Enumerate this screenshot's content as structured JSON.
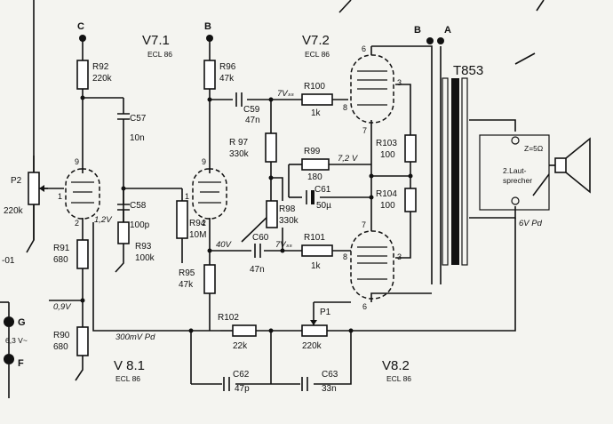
{
  "colors": {
    "background": "#f4f4f0",
    "ink": "#111111"
  },
  "terminals": {
    "c": "C",
    "b_top": "B",
    "b_right": "B",
    "a_right": "A",
    "g": "G",
    "f": "F",
    "heater": "6,3 V~",
    "minus": "-01"
  },
  "tubes": {
    "v71": {
      "name": "V7.1",
      "type": "ECL 86"
    },
    "v72": {
      "name": "V7.2",
      "type": "ECL 86"
    },
    "v81": {
      "name": "V 8.1",
      "type": "ECL 86"
    },
    "v82": {
      "name": "V8.2",
      "type": "ECL 86"
    }
  },
  "transformer": {
    "name": "T853"
  },
  "speaker": {
    "impedance": "Z=5Ω",
    "label_line1": "2.Laut-",
    "label_line2": "sprecher",
    "voltage": "6V Pd"
  },
  "components": {
    "r92": {
      "ref": "R92",
      "value": "220k"
    },
    "r96": {
      "ref": "R96",
      "value": "47k"
    },
    "c57": {
      "ref": "C57",
      "value": "10n"
    },
    "c58": {
      "ref": "C58",
      "value": "100p"
    },
    "p2": {
      "ref": "P2",
      "value": "220k"
    },
    "r91": {
      "ref": "R91",
      "value": "680"
    },
    "r90": {
      "ref": "R90",
      "value": "680"
    },
    "r93": {
      "ref": "R93",
      "value": "100k"
    },
    "r94": {
      "ref": "R94",
      "value": "10M"
    },
    "r95": {
      "ref": "R95",
      "value": "47k"
    },
    "c59": {
      "ref": "C59",
      "value": "47n"
    },
    "r97": {
      "ref": "R 97",
      "value": "330k"
    },
    "r98": {
      "ref": "R98",
      "value": "330k"
    },
    "r99": {
      "ref": "R99",
      "value": "180"
    },
    "c61": {
      "ref": "C61",
      "value": "50µ"
    },
    "c60": {
      "ref": "C60",
      "value": "47n"
    },
    "r100": {
      "ref": "R100",
      "value": "1k"
    },
    "r101": {
      "ref": "R101",
      "value": "1k"
    },
    "r103": {
      "ref": "R103",
      "value": "100"
    },
    "r104": {
      "ref": "R104",
      "value": "100"
    },
    "r102": {
      "ref": "R102",
      "value": "22k"
    },
    "p1": {
      "ref": "P1",
      "value": "220k"
    },
    "c62": {
      "ref": "C62",
      "value": "47p"
    },
    "c63": {
      "ref": "C63",
      "value": "33n"
    }
  },
  "voltages": {
    "v_cathode_v81": "1,2V",
    "v_cathode_v71": "40V",
    "v_grid_top": "7Vₛₛ",
    "v_grid_bottom": "7Vₛₛ",
    "v_r99": "7,2 V",
    "v_r90": "0,9V",
    "v_feedback": "300mV Pd"
  },
  "pins": {
    "v81_g": "1",
    "v81_a": "9",
    "v81_k": "2",
    "v71_a": "9",
    "v71_g": "1",
    "v71_k": "2",
    "v72top_a": "6",
    "v72top_g2": "3",
    "v72top_k": "7",
    "v72top_g1": "8",
    "v72bot_a": "6",
    "v72bot_g2": "3",
    "v72bot_k": "7",
    "v72bot_g1": "8"
  }
}
